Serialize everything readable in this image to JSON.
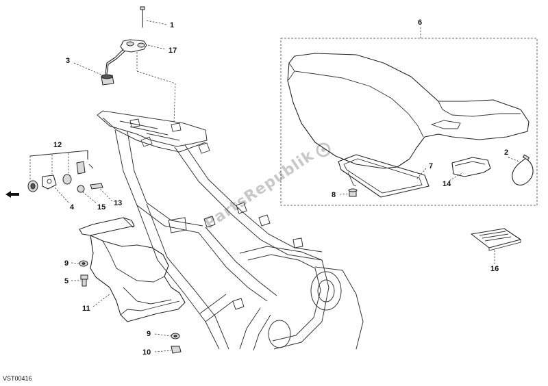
{
  "diagram": {
    "drawing_code": "VST00416",
    "watermark": "PartsRepublik",
    "callouts": {
      "c1": "1",
      "c17": "17",
      "c3": "3",
      "c12": "12",
      "c4": "4",
      "c15": "15",
      "c13": "13",
      "c9a": "9",
      "c5": "5",
      "c11": "11",
      "c9b": "9",
      "c10": "10",
      "c6": "6",
      "c2": "2",
      "c7": "7",
      "c8": "8",
      "c14": "14",
      "c16": "16"
    }
  }
}
